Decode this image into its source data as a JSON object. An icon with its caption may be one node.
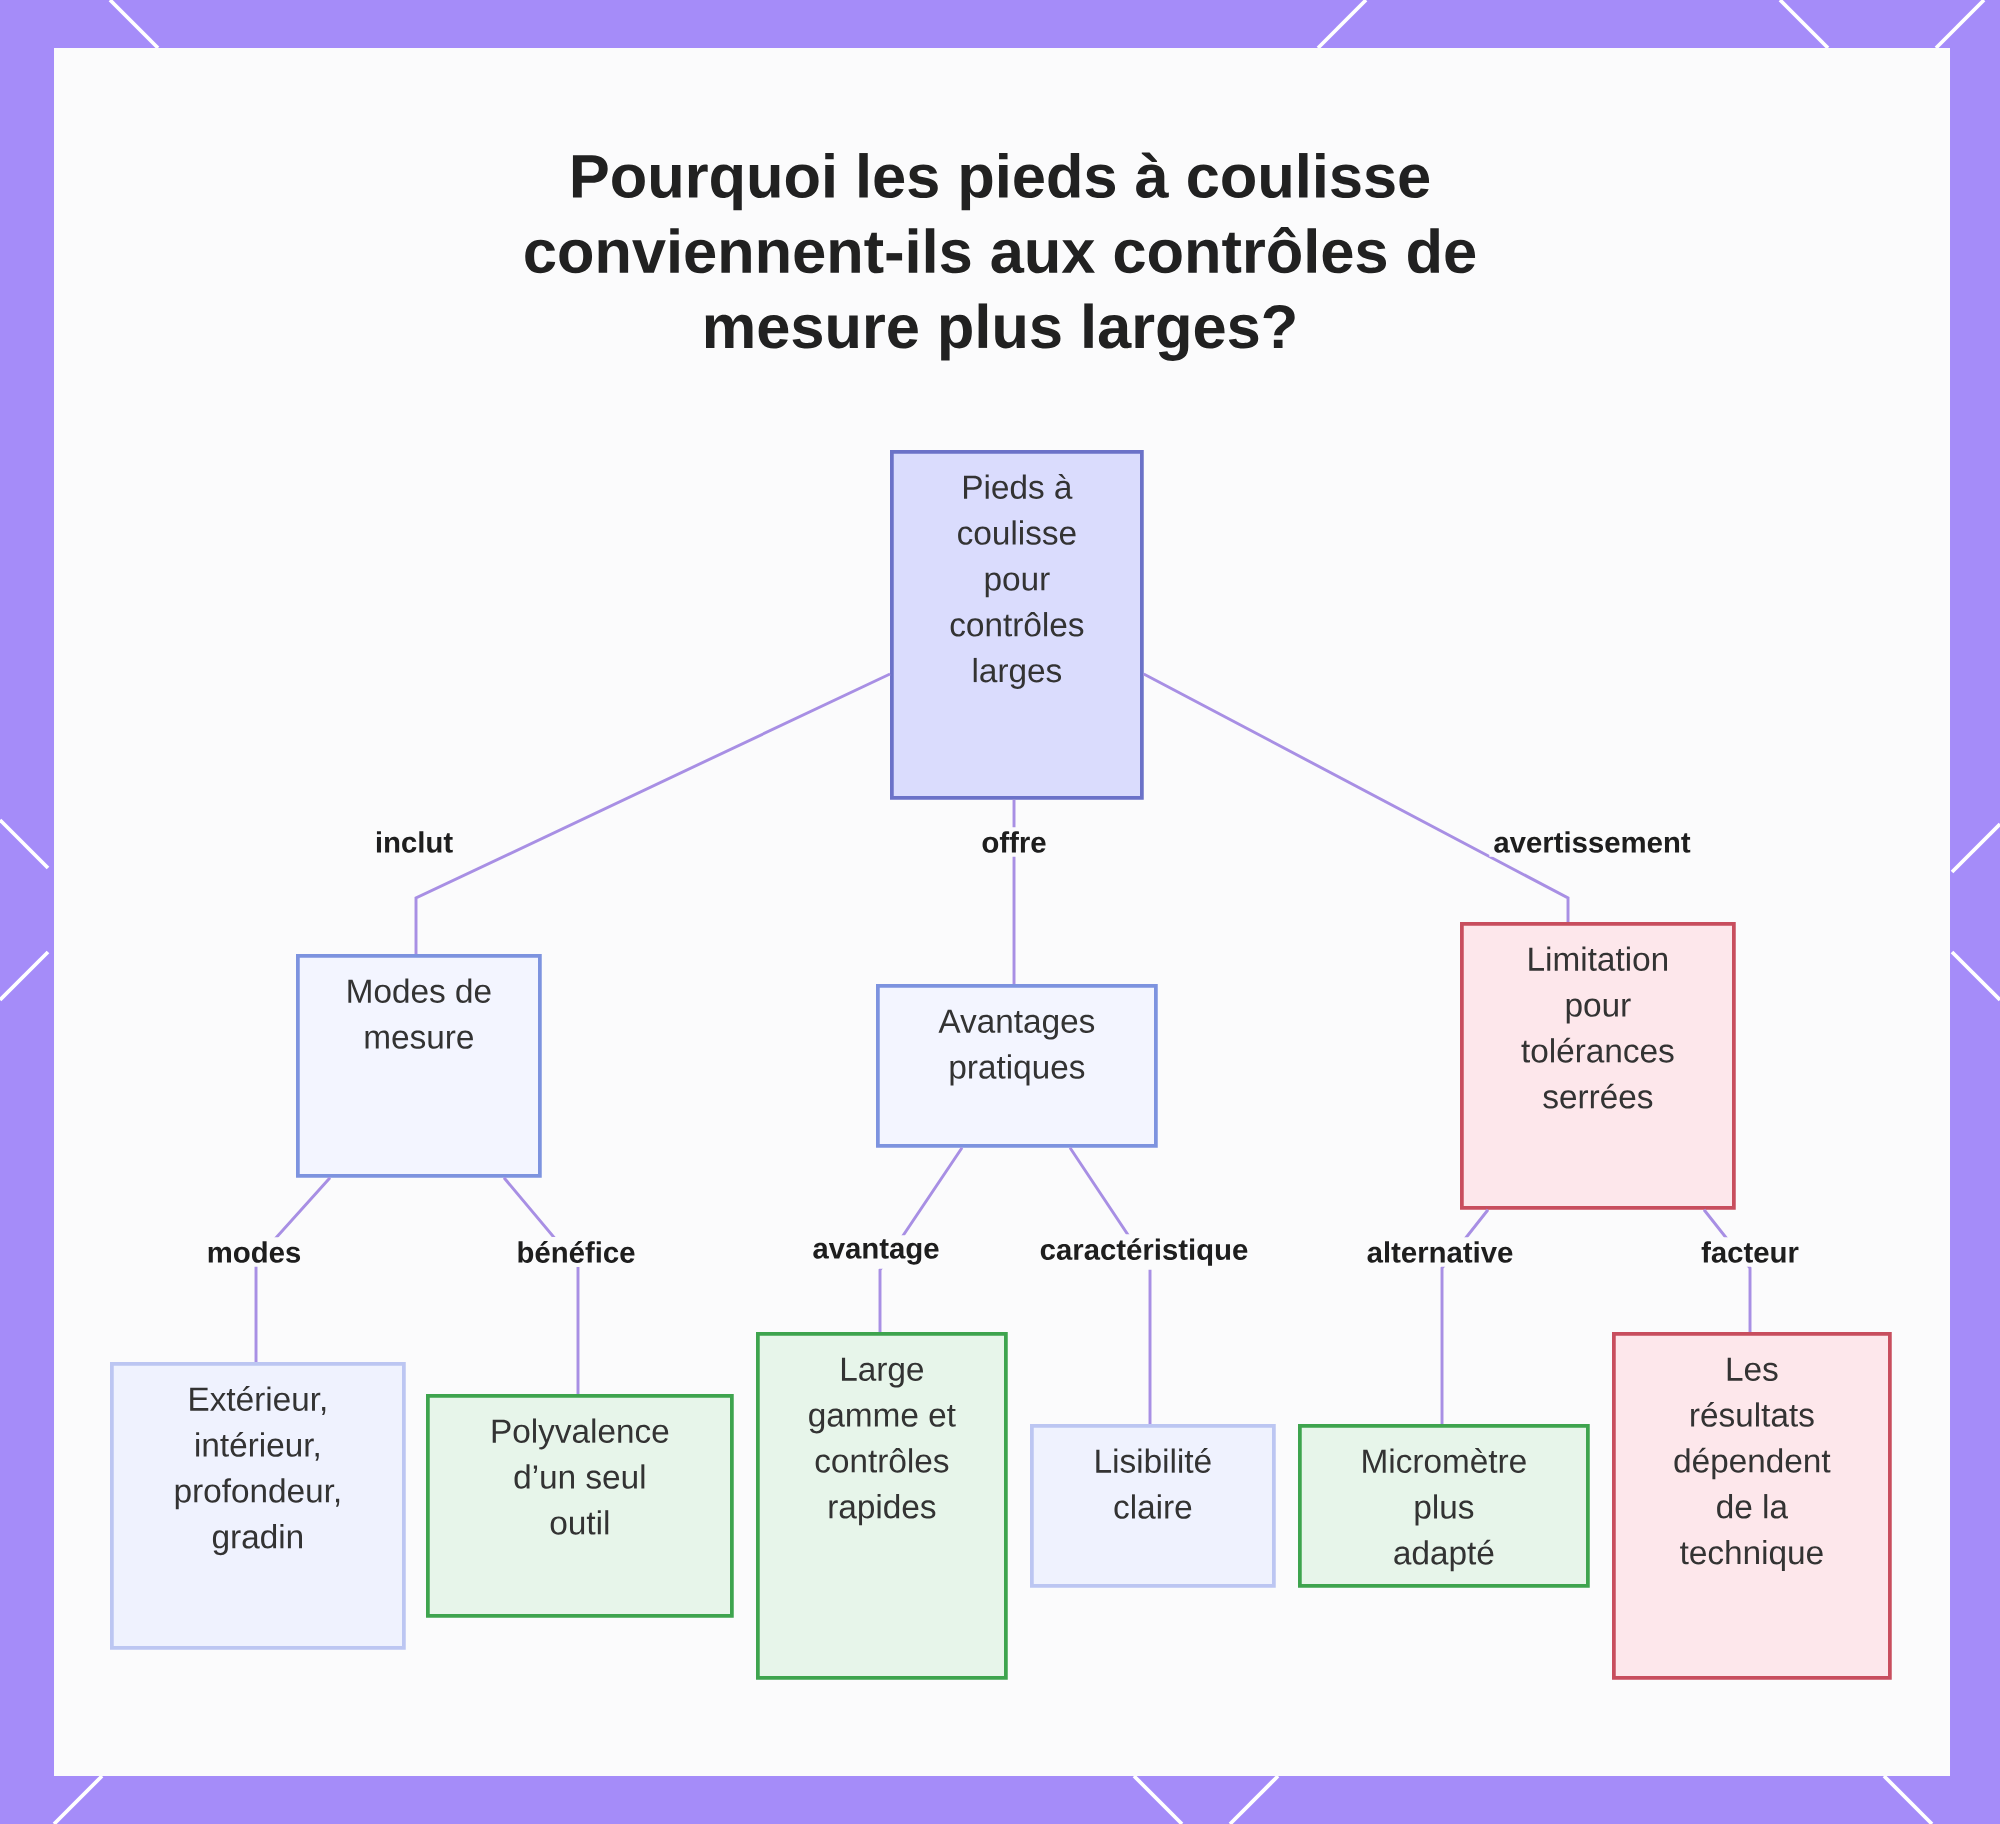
{
  "diagram": {
    "title": "Pourquoi les pieds à coulisse conviennent-ils aux contrôles de mesure plus larges?",
    "nodes": [
      {
        "text": [
          "Pieds à coulisse pour contrôles larges"
        ]
      },
      {
        "text": [
          "Modes de mesure"
        ]
      },
      {
        "text": [
          "Avantages pratiques"
        ]
      },
      {
        "text": [
          "Limitation pour tolérances serrées"
        ]
      },
      {
        "text": [
          "Extérieur, intérieur, profondeur, gradin"
        ]
      },
      {
        "text": [
          "Polyvalence d’un seul outil"
        ]
      },
      {
        "text": [
          "Large gamme et contrôles rapides"
        ]
      },
      {
        "text": [
          "Lisibilité claire"
        ]
      },
      {
        "text": [
          "Micromètre plus adapté"
        ]
      },
      {
        "text": [
          "Les résultats dépendent de la technique"
        ]
      }
    ],
    "edges": [
      {
        "from": 0,
        "to": 1,
        "arrow": "none",
        "label": "inclut"
      },
      {
        "from": 0,
        "to": 2,
        "arrow": "none",
        "label": "offre"
      },
      {
        "from": 0,
        "to": 3,
        "arrow": "none",
        "label": "avertissement"
      },
      {
        "from": 1,
        "to": 4,
        "arrow": "none",
        "label": "modes"
      },
      {
        "from": 1,
        "to": 5,
        "arrow": "none",
        "label": "bénéfice"
      },
      {
        "from": 2,
        "to": 6,
        "arrow": "none",
        "label": "avantage"
      },
      {
        "from": 2,
        "to": 7,
        "arrow": "none",
        "label": "caractéristique"
      },
      {
        "from": 3,
        "to": 8,
        "arrow": "none",
        "label": "alternative"
      },
      {
        "from": 3,
        "to": 9,
        "arrow": "none",
        "label": "facteur"
      }
    ]
  }
}
